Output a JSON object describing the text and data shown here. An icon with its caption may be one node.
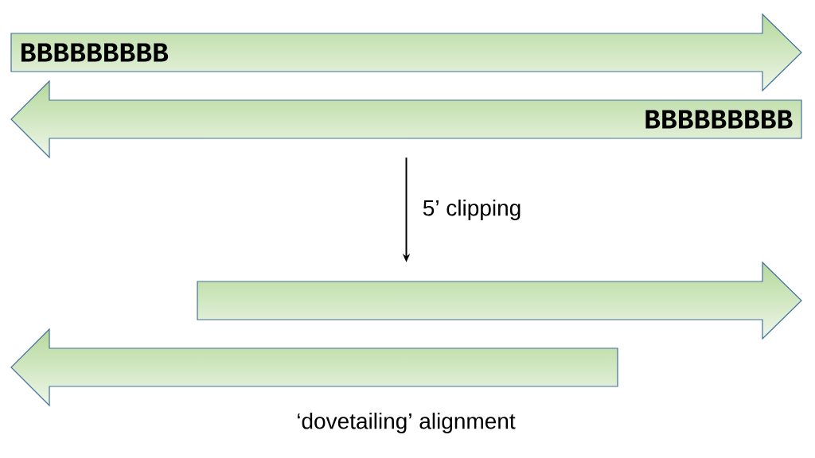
{
  "diagram": {
    "caption": "‘dovetailing’ alignment",
    "nodes": [
      {
        "text": [
          "BBBBBBBBB"
        ]
      },
      {
        "text": [
          "BBBBBBBBB"
        ]
      },
      {
        "text": [],
        "shape": "arrow"
      },
      {
        "text": [],
        "shape": "arrow"
      }
    ],
    "edges": [
      {
        "from": 1,
        "to": 2,
        "arrow": "to",
        "label": "5’ clipping"
      }
    ]
  }
}
